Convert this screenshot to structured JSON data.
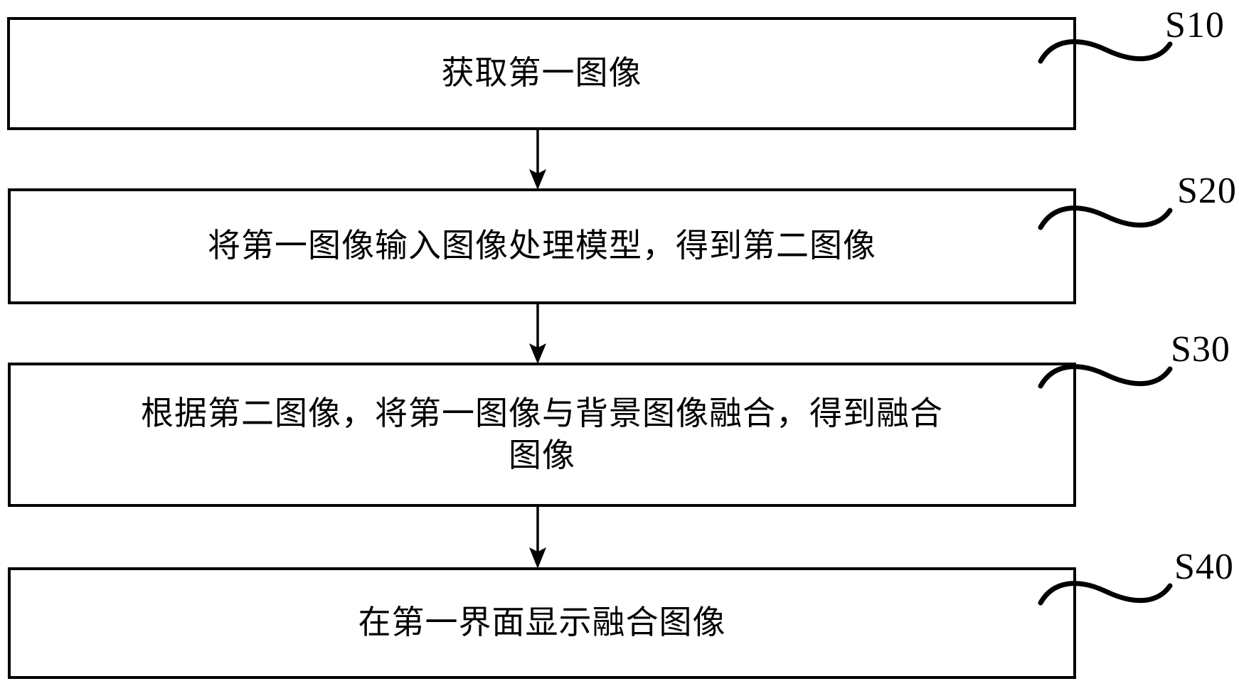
{
  "figure": {
    "type": "flowchart",
    "orientation": "vertical",
    "background_color": "#ffffff",
    "line_color": "#000000",
    "steps": [
      {
        "id": "S10",
        "label": "S10",
        "text": "获取第一图像",
        "lines": [
          "获取第一图像"
        ]
      },
      {
        "id": "S20",
        "label": "S20",
        "text": "将第一图像输入图像处理模型，得到第二图像",
        "lines": [
          "将第一图像输入图像处理模型，得到第二图像"
        ]
      },
      {
        "id": "S30",
        "label": "S30",
        "text": "根据第二图像，将第一图像与背景图像融合，得到融合\n图像",
        "lines": [
          "根据第二图像，将第一图像与背景图像融合，得到融合",
          "图像"
        ]
      },
      {
        "id": "S40",
        "label": "S40",
        "text": "在第一界面显示融合图像",
        "lines": [
          "在第一界面显示融合图像"
        ]
      }
    ],
    "connectors": [
      {
        "from": "S10",
        "to": "S20",
        "style": "arrow-down"
      },
      {
        "from": "S20",
        "to": "S30",
        "style": "arrow-down"
      },
      {
        "from": "S30",
        "to": "S40",
        "style": "arrow-down"
      }
    ],
    "leader_lines": [
      {
        "for": "S10",
        "style": "squiggle"
      },
      {
        "for": "S20",
        "style": "squiggle"
      },
      {
        "for": "S30",
        "style": "squiggle"
      },
      {
        "for": "S40",
        "style": "squiggle"
      }
    ]
  }
}
